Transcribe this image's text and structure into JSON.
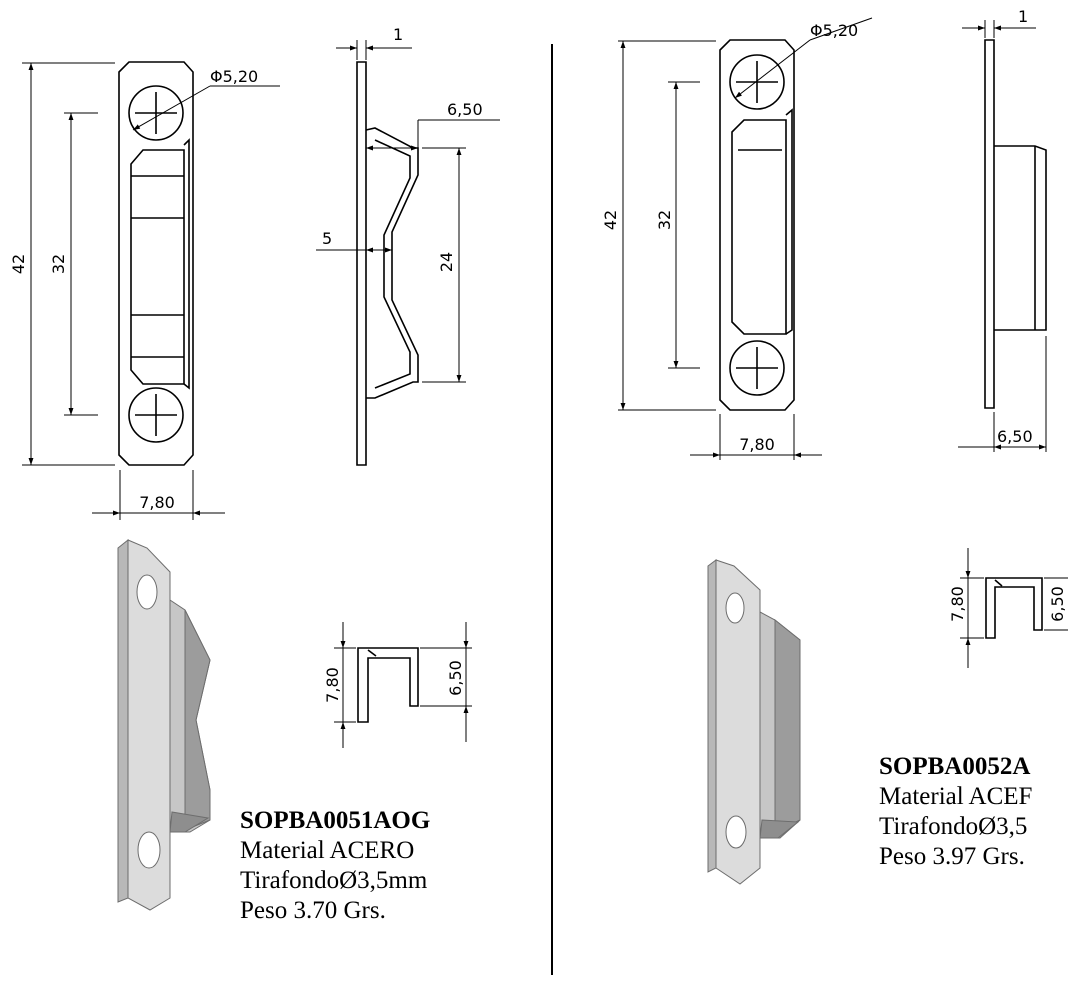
{
  "left_part": {
    "dims": {
      "hole_diameter": "Φ5,20",
      "thickness": "1",
      "offset_depth": "6,50",
      "inner_depth": "5",
      "recess_length": "24",
      "overall_length": "42",
      "hole_spacing": "32",
      "width": "7,80",
      "end_width": "7,80",
      "end_depth": "6,50"
    },
    "caption": {
      "code": "SOPBA0051AOG",
      "material": "Material ACERO",
      "screw": "TirafondoØ3,5mm",
      "weight": "Peso 3.70 Grs."
    }
  },
  "right_part": {
    "dims": {
      "hole_diameter": "Φ5,20",
      "thickness": "1",
      "overall_length": "42",
      "hole_spacing": "32",
      "width": "7,80",
      "offset_depth": "6,50",
      "end_width": "7,80",
      "end_depth": "6,50"
    },
    "caption": {
      "code": "SOPBA0052A",
      "material": "Material ACEF",
      "screw": "TirafondoØ3,5",
      "weight": "Peso 3.97 Grs."
    }
  },
  "colors": {
    "line": "#000000",
    "render_light": "#d8d8d8",
    "render_mid": "#b8b8b8",
    "render_dark": "#8e8e8e"
  }
}
